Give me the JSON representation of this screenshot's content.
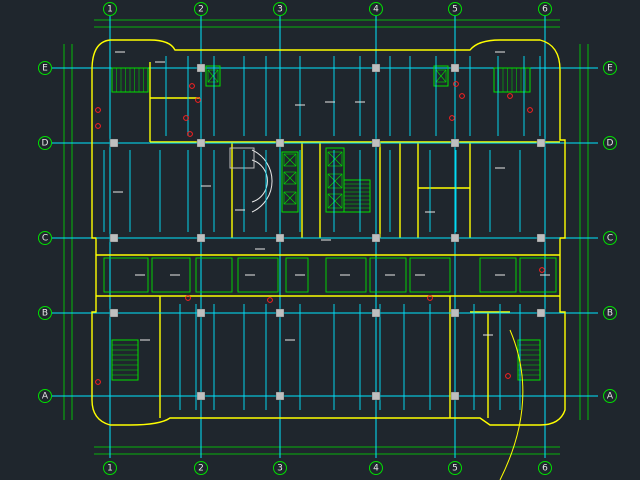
{
  "colors": {
    "background": "#1f262d",
    "wall": "#ffff00",
    "grid": "#00e5ff",
    "dimension": "#00e000",
    "column": "#bfbfbf",
    "device": "#ff2020",
    "text": "#e8e8e8"
  },
  "axes": {
    "vertical": [
      "1",
      "2",
      "3",
      "4",
      "5",
      "6"
    ],
    "horizontal": [
      "E",
      "D",
      "C",
      "B",
      "A"
    ]
  }
}
